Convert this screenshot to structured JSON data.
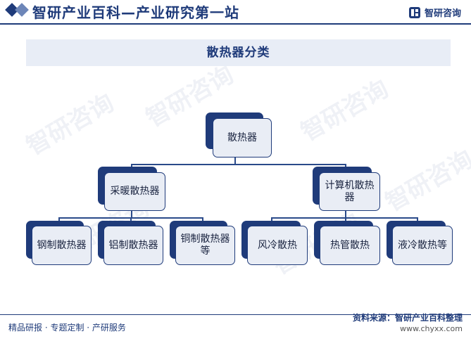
{
  "header": {
    "site_title": "智研产业百科—产业研究第一站",
    "brand_name": "智研咨询"
  },
  "banner": {
    "title": "散热器分类"
  },
  "watermark": {
    "text": "智研咨询"
  },
  "diagram": {
    "root": "散热器",
    "level1": [
      "采暖散热器",
      "计算机散热器"
    ],
    "level2_heating": [
      "钢制散热器",
      "铝制散热器",
      "铜制散热器等"
    ],
    "level2_computer": [
      "风冷散热",
      "热管散热",
      "液冷散热等"
    ]
  },
  "footer": {
    "left": "精品研报 · 专题定制 · 产研服务",
    "source": "资料来源：智研产业百科整理",
    "url": "www.chyxx.com"
  },
  "colors": {
    "primary": "#1f3b7a",
    "box_fill": "#e9edf5",
    "banner_fill": "#e8edf6"
  }
}
